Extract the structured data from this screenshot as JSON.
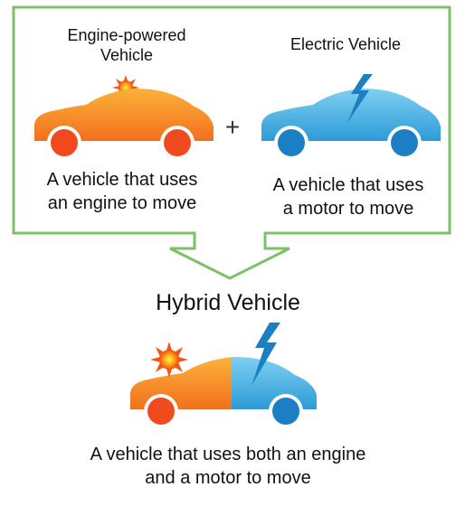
{
  "engine_vehicle": {
    "title_line1": "Engine-powered",
    "title_line2": "Vehicle",
    "desc_line1": "A vehicle that uses",
    "desc_line2": "an engine to move",
    "icon": "engine-spark-icon",
    "color": "#f47d1f"
  },
  "operator": "+",
  "electric_vehicle": {
    "title": "Electric Vehicle",
    "desc_line1": "A vehicle that uses",
    "desc_line2": "a motor to move",
    "icon": "lightning-bolt-icon",
    "color": "#3aa7dc"
  },
  "hybrid_vehicle": {
    "title": "Hybrid Vehicle",
    "desc_line1": "A vehicle that uses both an engine",
    "desc_line2": "and a motor to move"
  },
  "colors": {
    "frame_border": "#7cc06a",
    "engine_orange": "#f47d1f",
    "electric_blue": "#3aa7dc",
    "wheel_red": "#f04a1e",
    "wheel_blue": "#1c7fc4"
  }
}
